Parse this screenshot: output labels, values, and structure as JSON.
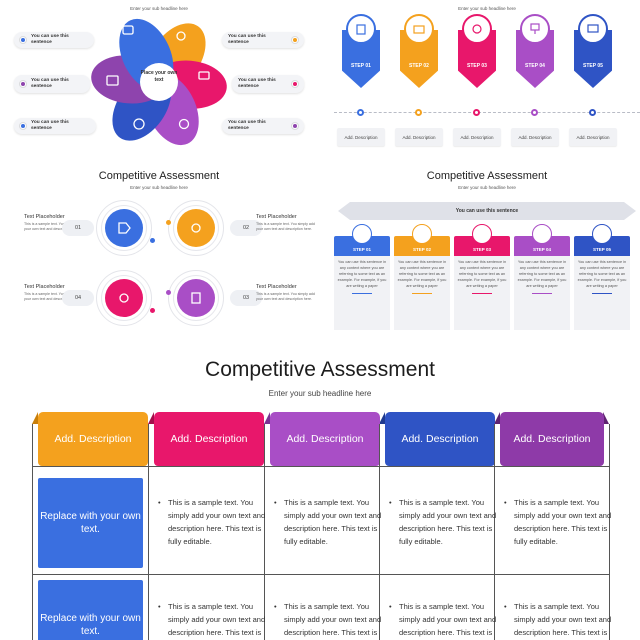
{
  "slide_tl": {
    "subtitle": "Enter your sub headline here",
    "center_text": "Place your own text",
    "pills": [
      {
        "text": "You can use this sentence",
        "color": "#3a6fe0"
      },
      {
        "text": "You can use this sentence",
        "color": "#8e44ad"
      },
      {
        "text": "You can use this sentence",
        "color": "#3a6fe0"
      },
      {
        "text": "You can use this sentence",
        "color": "#f4a11e"
      },
      {
        "text": "You can use this sentence",
        "color": "#e8176b"
      },
      {
        "text": "You can use this sentence",
        "color": "#8e44ad"
      }
    ]
  },
  "slide_tr": {
    "subtitle": "Enter your sub headline here",
    "steps": [
      {
        "label": "STEP 01",
        "color": "#3a6fe0"
      },
      {
        "label": "STEP 02",
        "color": "#f4a11e"
      },
      {
        "label": "STEP 03",
        "color": "#e8176b"
      },
      {
        "label": "STEP 04",
        "color": "#a94ec6"
      },
      {
        "label": "STEP 05",
        "color": "#2f54c5"
      }
    ],
    "desc_label": "Add. Description"
  },
  "slide_ml": {
    "title": "Competitive Assessment",
    "subtitle": "Enter your sub headline here",
    "placeholder_title": "Text Placeholder",
    "placeholder_text": "This is a sample text. You simply add your own text and description here.",
    "numbers": [
      "01",
      "02",
      "03",
      "04"
    ],
    "colors": [
      "#3a6fe0",
      "#f4a11e",
      "#e8176b",
      "#a94ec6"
    ]
  },
  "slide_mr": {
    "title": "Competitive Assessment",
    "subtitle": "Enter your sub headline here",
    "banner": "You can use this sentence",
    "steps": [
      {
        "label": "STEP 01",
        "color": "#3a6fe0"
      },
      {
        "label": "STEP 02",
        "color": "#f4a11e"
      },
      {
        "label": "STEP 03",
        "color": "#e8176b"
      },
      {
        "label": "STEP 04",
        "color": "#a94ec6"
      },
      {
        "label": "STEP 05",
        "color": "#2f54c5"
      }
    ],
    "body_text": "You can use this sentence in any context where you are referring to some text as an example. For example, if you are writing a paper"
  },
  "slide_bottom": {
    "title": "Competitive Assessment",
    "subtitle": "Enter your sub headline here",
    "columns": [
      {
        "label": "Add. Description",
        "color": "#f4a11e",
        "fold": "#c97f0a"
      },
      {
        "label": "Add. Description",
        "color": "#e8176b",
        "fold": "#a50e4b"
      },
      {
        "label": "Add. Description",
        "color": "#a94ec6",
        "fold": "#7b3293"
      },
      {
        "label": "Add. Description",
        "color": "#2f54c5",
        "fold": "#1f3a8f"
      },
      {
        "label": "Add. Description",
        "color": "#8e3aa8",
        "fold": "#5f2371"
      }
    ],
    "rows": [
      {
        "label": "Replace with your own text."
      },
      {
        "label": "Replace with your own text."
      }
    ],
    "cell_text": "This is a sample text. You simply add your own text and description here. This text is fully editable."
  }
}
